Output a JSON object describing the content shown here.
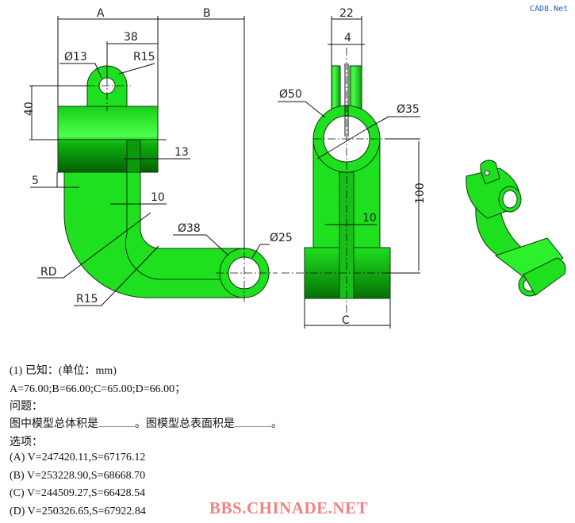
{
  "watermark_site": "CAD8.Net",
  "watermark_forum": "BBS.CHINADE.NET",
  "colors": {
    "part_green": "#1ee01e",
    "part_light": "#4dff4d",
    "part_dark": "#087a08",
    "watermark_red": "#f58080",
    "watermark_blue": "#1a5fc4"
  },
  "front_view": {
    "dims": [
      "A",
      "B",
      "38",
      "Ø13",
      "R15",
      "40",
      "13",
      "5",
      "10",
      "RD",
      "R15",
      "Ø38",
      "Ø25"
    ]
  },
  "side_view": {
    "dims": [
      "22",
      "4",
      "Ø50",
      "Ø35",
      "100",
      "10",
      "C"
    ]
  },
  "question": {
    "line1": "(1)  已知：(单位：mm)",
    "line2": "A=76.00;B=66.00;C=65.00;D=66.00；",
    "line3": "问题：",
    "line4a": "图中模型总体积是",
    "line4b": "。图模型总表面积是",
    "line4c": "。",
    "line5": "选项：",
    "options": [
      "(A) V=247420.11,S=67176.12",
      "(B) V=253228.90,S=68668.70",
      "(C) V=244509.27,S=66428.54",
      "(D) V=250326.65,S=67922.84"
    ]
  }
}
